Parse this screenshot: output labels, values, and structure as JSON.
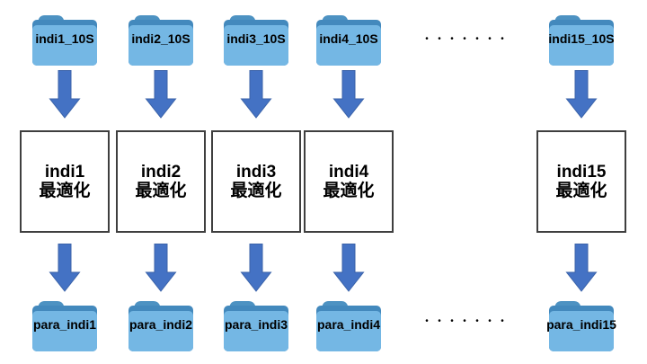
{
  "columns": [
    {
      "top_folder": "indi1_10S",
      "box_title": "indi1",
      "box_subtitle": "最適化",
      "bottom_folder": "para_indi1"
    },
    {
      "top_folder": "indi2_10S",
      "box_title": "indi2",
      "box_subtitle": "最適化",
      "bottom_folder": "para_indi2"
    },
    {
      "top_folder": "indi3_10S",
      "box_title": "indi3",
      "box_subtitle": "最適化",
      "bottom_folder": "para_indi3"
    },
    {
      "top_folder": "indi4_10S",
      "box_title": "indi4",
      "box_subtitle": "最適化",
      "bottom_folder": "para_indi4"
    },
    {
      "top_folder": "indi15_10S",
      "box_title": "indi15",
      "box_subtitle": "最適化",
      "bottom_folder": "para_indi15"
    }
  ],
  "ellipsis_top": "•••••••",
  "ellipsis_bottom": "•••••••",
  "colors": {
    "folder_front": "#74b7e4",
    "folder_back": "#4389bd",
    "folder_tab": "#4d92c2",
    "arrow": "#4472c4",
    "box_border": "#3f3f3f"
  }
}
